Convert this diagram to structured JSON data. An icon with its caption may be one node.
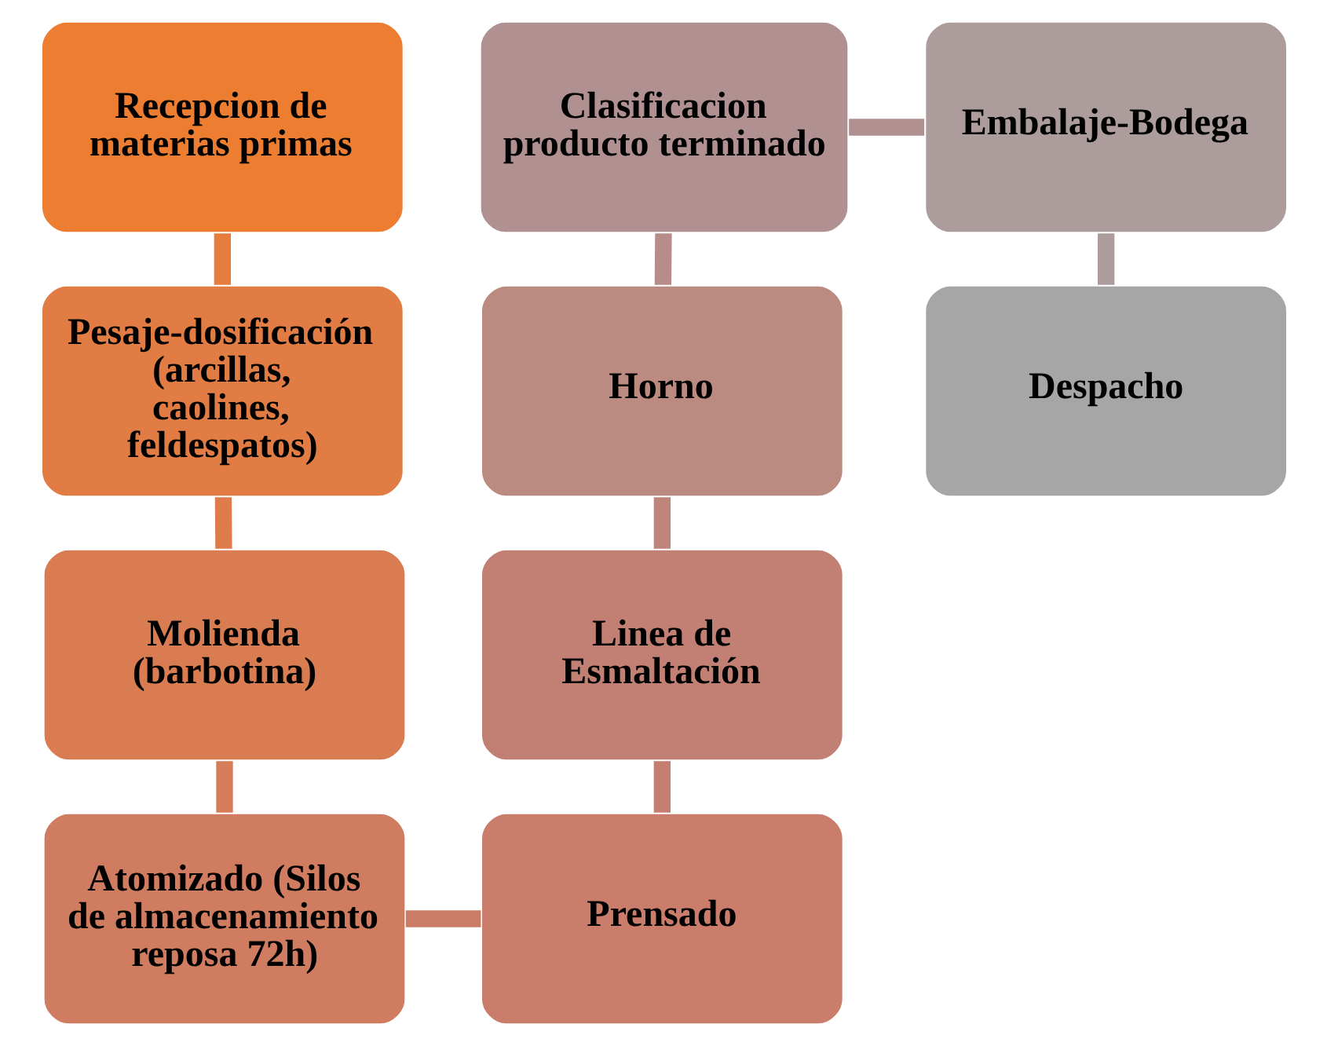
{
  "diagram": {
    "nodes": [
      {
        "text": [
          "Recepcion de materias primas"
        ]
      },
      {
        "text": [
          "Pesaje-dosificación (arcillas, caolines, feldespatos)"
        ]
      },
      {
        "text": [
          "Molienda (barbotina)"
        ]
      },
      {
        "text": [
          "Atomizado (Silos de almacenamiento reposa 72h)"
        ]
      },
      {
        "text": [
          "Prensado"
        ]
      },
      {
        "text": [
          "Linea de Esmaltación"
        ]
      },
      {
        "text": [
          "Horno"
        ]
      },
      {
        "text": [
          "Clasificacion producto terminado"
        ]
      },
      {
        "text": [
          "Embalaje-Bodega"
        ]
      },
      {
        "text": [
          "Despacho"
        ]
      }
    ],
    "edges": [
      {
        "from": 0,
        "to": 1,
        "arrow": "none",
        "color": "#e67d3c"
      },
      {
        "from": 1,
        "to": 2,
        "arrow": "none",
        "color": "#de7c4b"
      },
      {
        "from": 2,
        "to": 3,
        "arrow": "none",
        "color": "#d57c59"
      },
      {
        "from": 3,
        "to": 4,
        "arrow": "none",
        "color": "#cc7c65"
      },
      {
        "from": 4,
        "to": 5,
        "arrow": "none",
        "color": "#c67e70"
      },
      {
        "from": 5,
        "to": 6,
        "arrow": "none",
        "color": "#bf857b"
      },
      {
        "from": 6,
        "to": 7,
        "arrow": "none",
        "color": "#b68d88"
      },
      {
        "from": 7,
        "to": 8,
        "arrow": "none",
        "color": "#b09090"
      },
      {
        "from": 8,
        "to": 9,
        "arrow": "none",
        "color": "#ac9c9c"
      }
    ]
  }
}
